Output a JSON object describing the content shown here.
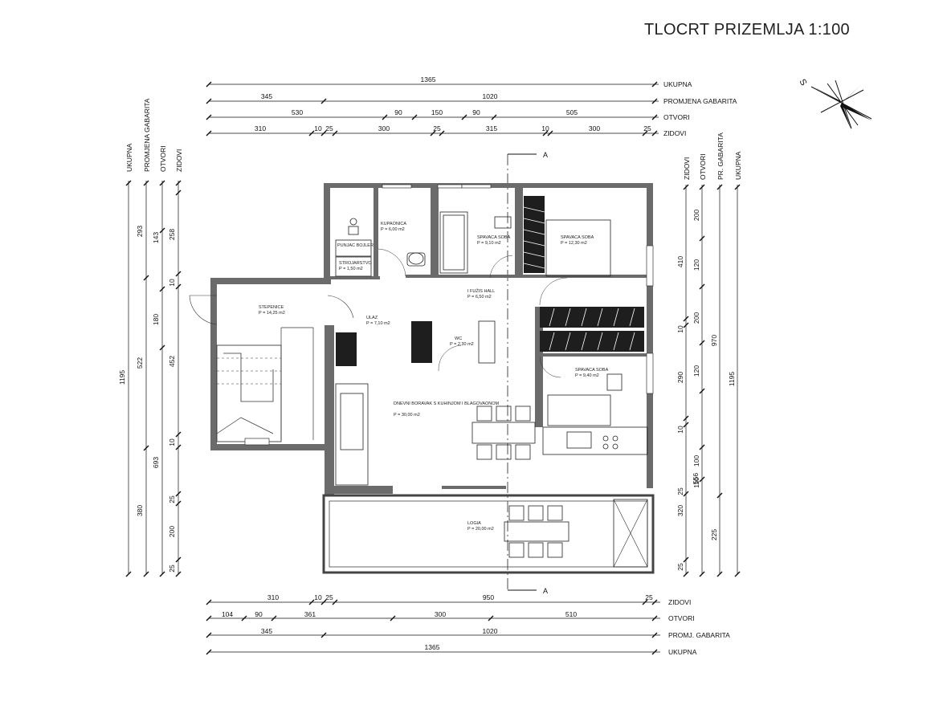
{
  "title": "TLOCRT PRIZEMLJA 1:100",
  "compass": {
    "label": "S"
  },
  "section_marker": "A",
  "top_dimensions": {
    "ukupna": {
      "label": "UKUPNA",
      "values": [
        "1365"
      ]
    },
    "promjena": {
      "label": "PROMJENA GABARITA",
      "values": [
        "345",
        "1020"
      ]
    },
    "otvori": {
      "label": "OTVORI",
      "values": [
        "530",
        "90",
        "150",
        "90",
        "505"
      ]
    },
    "zidovi": {
      "label": "ZIDOVI",
      "values": [
        "310",
        "10",
        "25",
        "300",
        "25",
        "315",
        "10",
        "300",
        "25"
      ]
    }
  },
  "bottom_dimensions": {
    "zidovi": {
      "label": "ZIDOVI",
      "values": [
        "310",
        "10",
        "25",
        "950",
        "25"
      ]
    },
    "otvori": {
      "label": "OTVORI",
      "values": [
        "104",
        "90",
        "361",
        "300",
        "510"
      ]
    },
    "promjena": {
      "label": "PROMJ. GABARITA",
      "values": [
        "345",
        "1020"
      ]
    },
    "ukupna": {
      "label": "UKUPNA",
      "values": [
        "1365"
      ]
    }
  },
  "left_dimensions": {
    "ukupna": {
      "label": "UKUPNA",
      "values": [
        "1195"
      ]
    },
    "promjena": {
      "label": "PROMJENA GABARITA",
      "values": [
        "293",
        "522",
        "380"
      ]
    },
    "otvori": {
      "label": "OTVORI",
      "values": [
        "143",
        "180",
        "693"
      ]
    },
    "zidovi": {
      "label": "ZIDOVI",
      "values": [
        "258",
        "10",
        "452",
        "10",
        "25",
        "200",
        "25"
      ]
    }
  },
  "right_dimensions": {
    "zidovi": {
      "label": "ZIDOVI",
      "values": [
        "410",
        "10",
        "290",
        "10",
        "25",
        "320",
        "25"
      ]
    },
    "otvori": {
      "label": "OTVORI",
      "values": [
        "200",
        "120",
        "200",
        "120",
        "100",
        "110"
      ]
    },
    "promjena": {
      "label": "PR. GABARITA",
      "values": [
        "970",
        "225"
      ]
    },
    "ukupna": {
      "label": "UKUPNA",
      "values": [
        "1195"
      ]
    },
    "extra": [
      "556"
    ]
  },
  "rooms": [
    {
      "name": "KUPAONICA",
      "area": "P = 6,00 m2"
    },
    {
      "name": "SPAVACA SOBA",
      "area": "P = 9,10 m2"
    },
    {
      "name": "SPAVACA SOBA",
      "area": "P = 12,30 m2"
    },
    {
      "name": "PUNJAC BOJLER",
      "area": ""
    },
    {
      "name": "STROJARSTVO",
      "area": "P = 1,50 m2"
    },
    {
      "name": "I FUŽIS HALL",
      "area": "P = 6,50 m2"
    },
    {
      "name": "STEPENICE",
      "area": "P = 14,25 m2"
    },
    {
      "name": "ULAZ",
      "area": "P = 7,10 m2"
    },
    {
      "name": "WC",
      "area": "P = 2,30 m2"
    },
    {
      "name": "SPAVACA SOBA",
      "area": "P = 9,40 m2"
    },
    {
      "name": "DNEVNI BORAVAK S KUHINJOM I BLAGOVAONOM",
      "area": "P = 30,00 m2"
    },
    {
      "name": "LOGIA",
      "area": "P = 20,00 m2"
    }
  ]
}
